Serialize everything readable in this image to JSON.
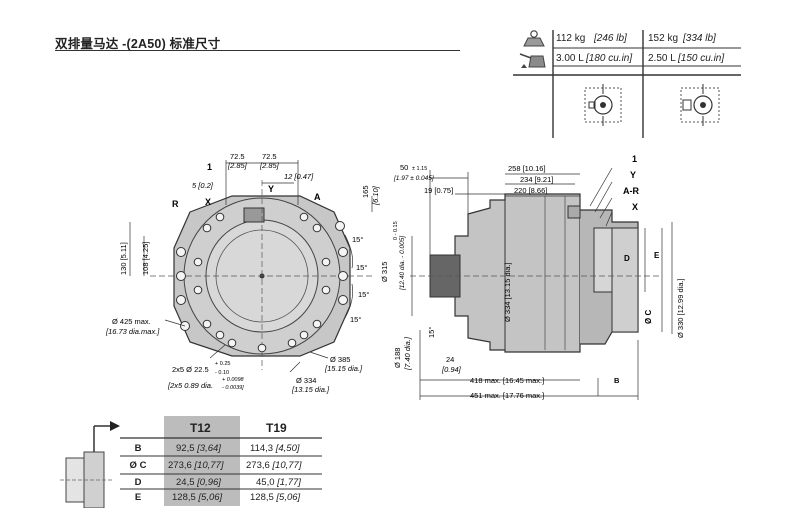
{
  "title": "双排量马达 -(2A50) 标准尺寸",
  "spec_table": {
    "weight_row": {
      "a": "112 kg",
      "a_in": "[246 lb]",
      "b": "152 kg",
      "b_in": "[334 lb]"
    },
    "volume_row": {
      "a": "3.00 L",
      "a_in": "[180 cu.in]",
      "b": "2.50 L",
      "b_in": "[150 cu.in]"
    },
    "weight_icon": "weight-icon",
    "oil_icon": "oil-can-icon"
  },
  "front_view": {
    "labels": {
      "one": "1",
      "y": "Y",
      "x": "X",
      "r": "R",
      "a": "A"
    },
    "dims": {
      "d1": "72.5",
      "d1_in": "[2.85]",
      "d2": "72.5",
      "d2_in": "[2.85]",
      "d3": "5 [0.2]",
      "d4": "12 [0.47]",
      "d5": "165",
      "d5_in": "[6.10]",
      "d6": "130 [5.11]",
      "d7": "108 [4.25]",
      "ang1": "15°",
      "ang2": "15°",
      "ang3": "15°",
      "ang4": "15°",
      "bc425": "Ø 425 max.",
      "bc425_in": "[16.73 dia.max.]",
      "holes": "2x5 Ø 22.5",
      "holes_tol_p": "+ 0.25",
      "holes_tol_m": "- 0.10",
      "holes_in": "[2x5 0.89 dia.",
      "holes_in_tol_p": "+ 0.0098",
      "holes_in_tol_m": "- 0.0039]",
      "bc385": "Ø 385",
      "bc385_in": "[15.15 dia.]",
      "bc334": "Ø 334",
      "bc334_in": "[13.15 dia.]"
    }
  },
  "side_view": {
    "labels": {
      "one": "1",
      "y": "Y",
      "ar": "A-R",
      "x": "X",
      "d": "D",
      "e": "E",
      "c": "Ø C"
    },
    "dims": {
      "d50": "50",
      "d50_tol": "± 1.15",
      "d50_in": "[1.97 ± 0.045]",
      "d258": "258 [10.16]",
      "d234": "234 [9.21]",
      "d19": "19 [0.75]",
      "d220": "220 [8.66]",
      "d315": "Ø 315",
      "d315_tol": "0 - 0.15",
      "d315_in": "[12.40 dia. - 0.005]",
      "d334": "Ø 334 [13.15 dia.]",
      "d188": "Ø 188",
      "d188_in": "[7.40 dia.]",
      "ang": "15°",
      "d24": "24",
      "d24_in": "[0.94]",
      "d418": "418 max. [16.45 max.]",
      "b": "B",
      "d451": "451 max. [17.76 max.]",
      "d330": "Ø 330 [12.99 dia.]"
    }
  },
  "dims_table": {
    "columns": [
      "T12",
      "T19"
    ],
    "rows": [
      {
        "label": "B",
        "t12": "92,5",
        "t12_in": "[3,64]",
        "t19": "114,3",
        "t19_in": "[4,50]"
      },
      {
        "label": "Ø C",
        "t12": "273,6",
        "t12_in": "[10,77]",
        "t19": "273,6",
        "t19_in": "[10,77]"
      },
      {
        "label": "D",
        "t12": "24,5",
        "t12_in": "[0,96]",
        "t19": "45,0",
        "t19_in": "[1,77]"
      },
      {
        "label": "E",
        "t12": "128,5",
        "t12_in": "[5,06]",
        "t19": "128,5",
        "t19_in": "[5,06]"
      }
    ]
  }
}
